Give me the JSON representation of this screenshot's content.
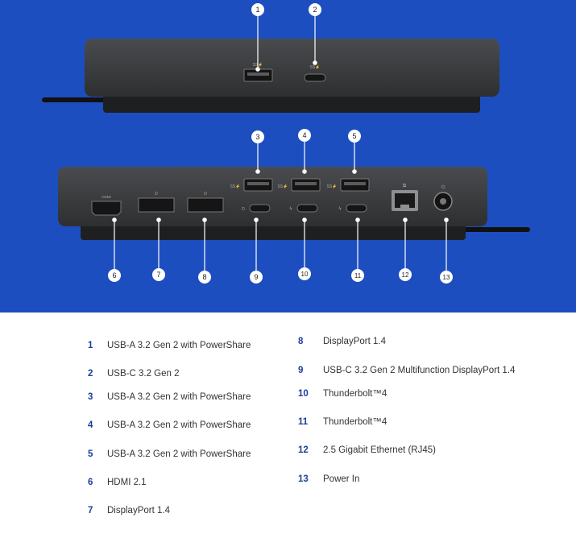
{
  "colors": {
    "background": "#1c4ec0",
    "dock_body": "#3a3b3d",
    "dock_dark": "#1e1f21",
    "callout": "#ffffff",
    "number": "#1a3f99",
    "text": "#333333"
  },
  "callouts": [
    "1",
    "2",
    "3",
    "4",
    "5",
    "6",
    "7",
    "8",
    "9",
    "10",
    "11",
    "12",
    "13"
  ],
  "specs": [
    {
      "num": "1",
      "label": "USB-A 3.2 Gen 2 with PowerShare"
    },
    {
      "num": "2",
      "label": "USB-C 3.2 Gen 2"
    },
    {
      "num": "3",
      "label": "USB-A 3.2 Gen 2 with PowerShare"
    },
    {
      "num": "4",
      "label": "USB-A 3.2 Gen 2 with PowerShare"
    },
    {
      "num": "5",
      "label": "USB-A 3.2 Gen 2 with PowerShare"
    },
    {
      "num": "6",
      "label": "HDMI 2.1"
    },
    {
      "num": "7",
      "label": "DisplayPort 1.4"
    },
    {
      "num": "8",
      "label": "DisplayPort 1.4"
    },
    {
      "num": "9",
      "label": "USB-C 3.2 Gen 2 Multifunction DisplayPort 1.4"
    },
    {
      "num": "10",
      "label": "Thunderbolt™4"
    },
    {
      "num": "11",
      "label": "Thunderbolt™4"
    },
    {
      "num": "12",
      "label": "2.5 Gigabit Ethernet (RJ45)"
    },
    {
      "num": "13",
      "label": "Power In"
    }
  ]
}
